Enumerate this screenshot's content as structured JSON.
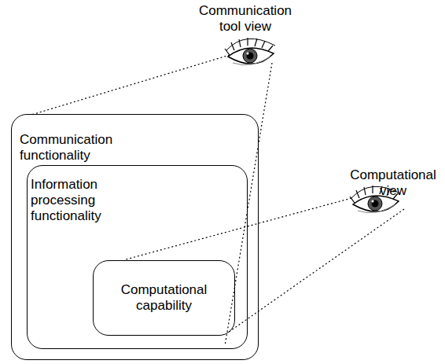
{
  "diagram": {
    "nodes": [
      {
        "text": [
          "Communication functionality"
        ]
      },
      {
        "text": [
          "Information processing functionality"
        ],
        "in": 0
      },
      {
        "text": [
          "Computational capability"
        ],
        "in": 1
      }
    ],
    "labels": [
      "Communication tool view",
      "Computational view"
    ]
  }
}
